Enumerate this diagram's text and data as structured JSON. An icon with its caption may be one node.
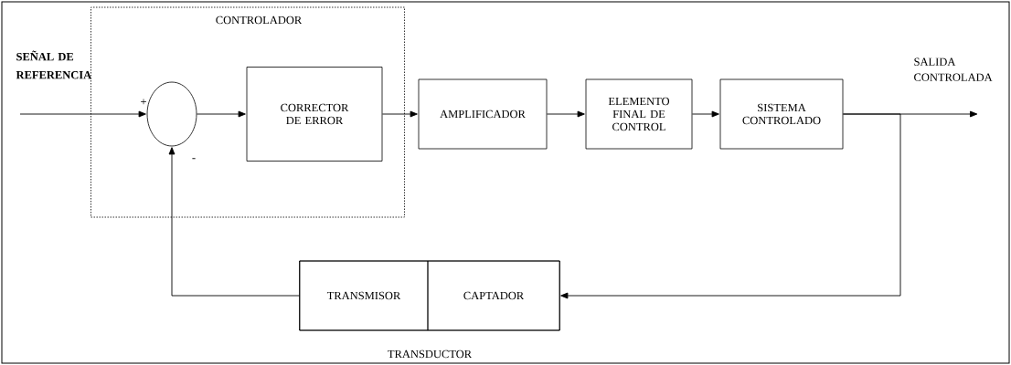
{
  "diagram": {
    "nodes": [
      {
        "text": [
          "CONTROLADOR"
        ]
      },
      {
        "text": [],
        "shape": "circle",
        "in": 0
      },
      {
        "text": [
          "CORRECTOR DE ERROR"
        ],
        "in": 0
      },
      {
        "text": [
          "AMPLIFICADOR"
        ]
      },
      {
        "text": [
          "ELEMENTO FINAL DE CONTROL"
        ]
      },
      {
        "text": [
          "SISTEMA CONTROLADO"
        ]
      },
      {
        "text": [
          "TRANSDUCTOR"
        ]
      },
      {
        "text": [
          "TRANSMISOR"
        ],
        "in": 6
      },
      {
        "text": [
          "CAPTADOR"
        ],
        "in": 6
      }
    ],
    "edges": [
      {
        "from": null,
        "to": 1,
        "arrow": "to"
      },
      {
        "from": 1,
        "to": 2,
        "arrow": "to"
      },
      {
        "from": 2,
        "to": 3,
        "arrow": "to"
      },
      {
        "from": 3,
        "to": 4,
        "arrow": "to"
      },
      {
        "from": 4,
        "to": 5,
        "arrow": "to"
      },
      {
        "from": 5,
        "to": null,
        "arrow": "to"
      },
      {
        "from": 5,
        "to": 8,
        "arrow": "to"
      },
      {
        "from": 7,
        "to": 1,
        "arrow": "to"
      }
    ],
    "labels": [
      "SEÑAL DE REFERENCIA",
      "SALIDA CONTROLADA",
      "+",
      "-"
    ]
  }
}
